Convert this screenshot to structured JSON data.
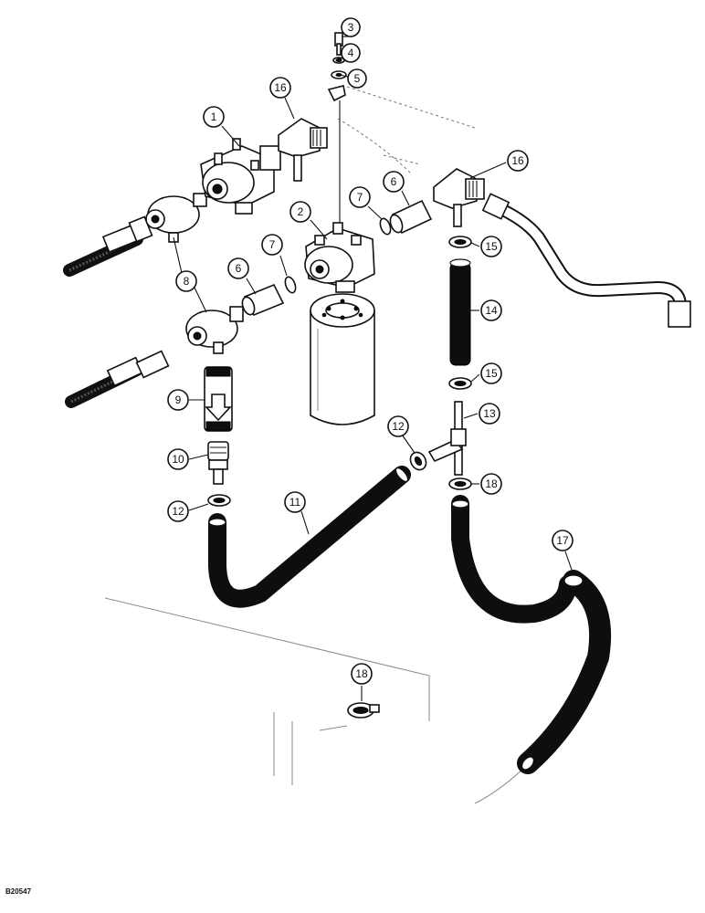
{
  "drawing_code": "B20547",
  "callouts": [
    {
      "id": "c3",
      "label": "3"
    },
    {
      "id": "c4",
      "label": "4"
    },
    {
      "id": "c5",
      "label": "5"
    },
    {
      "id": "c1",
      "label": "1"
    },
    {
      "id": "c16a",
      "label": "16"
    },
    {
      "id": "c16b",
      "label": "16"
    },
    {
      "id": "c2",
      "label": "2"
    },
    {
      "id": "c7a",
      "label": "7"
    },
    {
      "id": "c6a",
      "label": "6"
    },
    {
      "id": "c6b",
      "label": "6"
    },
    {
      "id": "c7b",
      "label": "7"
    },
    {
      "id": "c8",
      "label": "8"
    },
    {
      "id": "c15a",
      "label": "15"
    },
    {
      "id": "c14",
      "label": "14"
    },
    {
      "id": "c15b",
      "label": "15"
    },
    {
      "id": "c9",
      "label": "9"
    },
    {
      "id": "c13",
      "label": "13"
    },
    {
      "id": "c12a",
      "label": "12"
    },
    {
      "id": "c10",
      "label": "10"
    },
    {
      "id": "c18a",
      "label": "18"
    },
    {
      "id": "c12b",
      "label": "12"
    },
    {
      "id": "c11",
      "label": "11"
    },
    {
      "id": "c17",
      "label": "17"
    },
    {
      "id": "c18b",
      "label": "18"
    }
  ]
}
